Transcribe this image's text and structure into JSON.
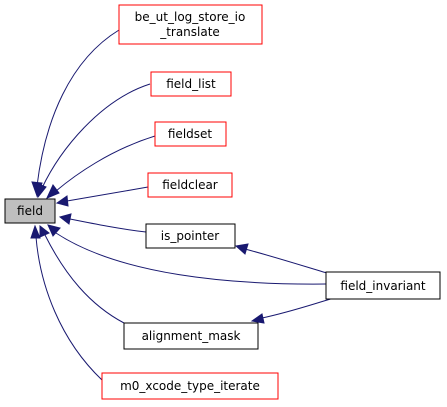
{
  "graph": {
    "colors": {
      "edge": "#191970",
      "incomplete_border": "#ff0000",
      "complete_border": "#000000",
      "focus_fill": "#bfbfbf"
    },
    "nodes": {
      "field": {
        "label": "field"
      },
      "be_ut_log_store_io_translate": {
        "line1": "be_ut_log_store_io",
        "line2": "_translate"
      },
      "field_list": {
        "label": "field_list"
      },
      "fieldset": {
        "label": "fieldset"
      },
      "fieldclear": {
        "label": "fieldclear"
      },
      "is_pointer": {
        "label": "is_pointer"
      },
      "field_invariant": {
        "label": "field_invariant"
      },
      "alignment_mask": {
        "label": "alignment_mask"
      },
      "m0_xcode_type_iterate": {
        "label": "m0_xcode_type_iterate"
      }
    }
  }
}
